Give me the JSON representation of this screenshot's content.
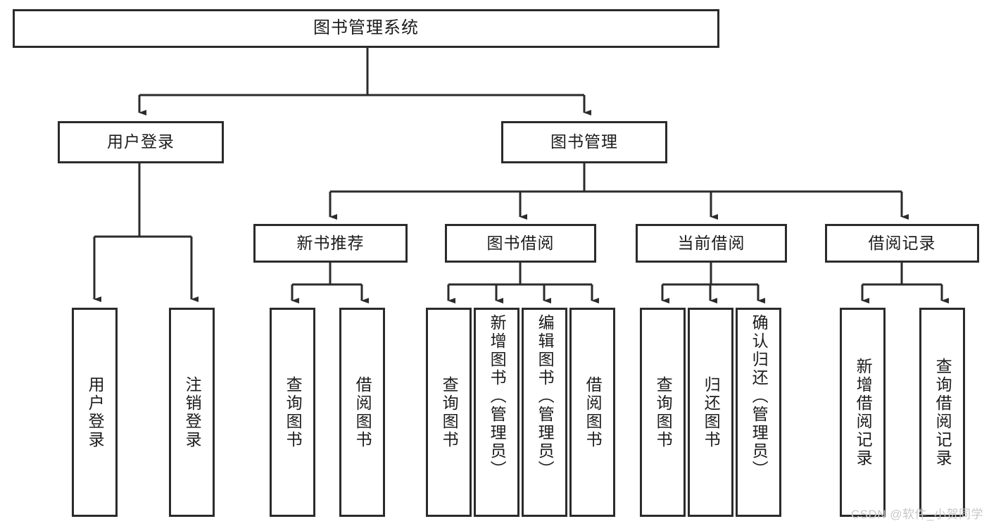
{
  "diagram": {
    "title": "图书管理系统",
    "watermark": "CSDN @软件_小贺同学",
    "colors": {
      "box_border": "#2b2b2b",
      "connector": "#2b2b2b",
      "text": "#1c1c1c",
      "background": "#ffffff",
      "watermark": "#c8c8c8"
    },
    "root": {
      "label": "图书管理系统"
    },
    "level2": [
      {
        "label": "用户登录"
      },
      {
        "label": "图书管理"
      }
    ],
    "level3": [
      {
        "label": "新书推荐"
      },
      {
        "label": "图书借阅"
      },
      {
        "label": "当前借阅"
      },
      {
        "label": "借阅记录"
      }
    ],
    "leaves": {
      "user_login": [
        {
          "label": "用户登录"
        },
        {
          "label": "注销登录"
        }
      ],
      "new_book_recommend": [
        {
          "label": "查询图书"
        },
        {
          "label": "借阅图书"
        }
      ],
      "book_borrow": [
        {
          "label": "查询图书"
        },
        {
          "label": "新增图书（管理员）"
        },
        {
          "label": "编辑图书（管理员）"
        },
        {
          "label": "借阅图书"
        }
      ],
      "current_borrow": [
        {
          "label": "查询图书"
        },
        {
          "label": "归还图书"
        },
        {
          "label": "确认归还（管理员）"
        }
      ],
      "borrow_record": [
        {
          "label": "新增借阅记录"
        },
        {
          "label": "查询借阅记录"
        }
      ]
    }
  }
}
